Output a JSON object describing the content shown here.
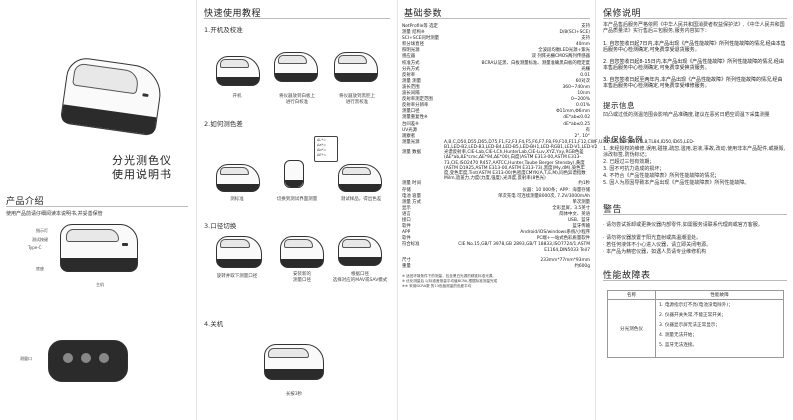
{
  "cover": {
    "title_line1": "分光测色仪",
    "title_line2": "使用说明书",
    "intro_heading": "产品介绍",
    "intro_subtitle": "使用产品前请仔细阅读本说明书,并妥善保管",
    "callouts": {
      "indicator": "指示灯",
      "measure_key": "测试按键",
      "typec": "Type-C",
      "base": "底座",
      "aperture": "测量口",
      "bottom_label": "主机"
    }
  },
  "quickstart": {
    "heading": "快速使用教程",
    "step1": {
      "title": "1.开机及校准",
      "captions": [
        "开机",
        "将仪器放到白板上\n进行白校准",
        "将仪器放到黑腔上\n进行黑校准"
      ]
    },
    "step2": {
      "title": "2.如何测色差",
      "screen_lines": [
        "ΔL*=",
        "Δa*=",
        "Δb*=",
        "ΔE*="
      ],
      "captions": [
        "测标准",
        "切换到测试界面测量",
        "测试样品，得出色差"
      ]
    },
    "step3": {
      "title": "3.口径切换",
      "captions": [
        "旋转并取下测量口径",
        "安装新的\n测量口径",
        "根据口径\n选择对应的MAV或SAV模式"
      ]
    },
    "step4": {
      "title": "4.关机",
      "captions": [
        "长按3秒"
      ]
    }
  },
  "specs": {
    "heading": "基础参数",
    "rows": [
      {
        "k": "NetProfile等 选定",
        "v": "支持"
      },
      {
        "k": "测量 结构※",
        "v": "D/8(SCI+SCE)"
      },
      {
        "k": "SCI+SCE同时测量",
        "v": "支持"
      },
      {
        "k": "积分球直径",
        "v": "40mm"
      },
      {
        "k": "照明光源",
        "v": "全波段均衡LED光源+紫光"
      },
      {
        "k": "感应器",
        "v": "双 列阵光栅CMOS两列传感器"
      },
      {
        "k": "校准方式",
        "v": "BCRA认证黑、白板测量标准、测量准确黑白板的稳定度"
      },
      {
        "k": "分光方式",
        "v": "光栅"
      },
      {
        "k": "反射率",
        "v": "0.01"
      },
      {
        "k": "测量 测量",
        "v": "60对次"
      },
      {
        "k": "波长范围",
        "v": "360~740nm"
      },
      {
        "k": "波长间隔",
        "v": "10nm"
      },
      {
        "k": "反射率测定范围",
        "v": "0~200%"
      },
      {
        "k": "反射率分辨率",
        "v": "0.01%"
      },
      {
        "k": "测量口径",
        "v": "Φ11mm,Φ6mm"
      },
      {
        "k": "测量重复性※",
        "v": "dE*ab≤0.02"
      },
      {
        "k": "台间差※",
        "v": "dE*ab≤0.25"
      },
      {
        "k": "UV光源",
        "v": "有"
      },
      {
        "k": "观察者",
        "v": "2°, 10°"
      }
    ],
    "wrap_rows": [
      {
        "k": "测量光源",
        "v": "A,B,C,D50,D55,D65,D75,F1,F2,F3,F4,F5,F6,F7,F8,F9,F10,F11,F12,CWF,U30,U35,DLF,NBF,TL8,TL84,ID50,ID65,LED-B1,LED-B2,LED-B3,LED-B4,LED-B5,LED-BH1,LED-RGB1,LED-V1,LED-V2"
      },
      {
        "k": "测量 数据",
        "v": "光谱反射率,CIE-Lab,CIE-LCh,HunterLab,CIE-Luv,XYZ,Yxy,RGB色差(ΔE*ab,ΔE*cmc,ΔE*94,ΔE*00),白度(ASTM E313-00,ASTM E313-73,CIE,ISO2470 R457,AATCC,Hunter,Taube Berger Stensby),黄度(ASTM D1925,ASTM E313-00,ASTM E313-73),黑度(My,dM),染色牢度,变色牢度,Tint(ASTM E313-00)色密度CMYK(A,T,E,M),同色异谱指数Milm,遮盖力,力度(力度,强度),光泽度,反射率(8色光)"
      }
    ],
    "rows2": [
      {
        "k": "测量 时间",
        "v": "约1秒"
      },
      {
        "k": "存储",
        "v": "仪器：10 000条；APP：海量存储"
      },
      {
        "k": "电池 容量",
        "v": "单次充电 可连续测量8000次, 7.2V/3000mAh"
      },
      {
        "k": "测量 方式",
        "v": "单次测量"
      },
      {
        "k": "显示",
        "v": "全彩显屏，3.5英寸"
      },
      {
        "k": "语言",
        "v": "简体中文、英语"
      },
      {
        "k": "接口",
        "v": "USB、蓝牙"
      },
      {
        "k": "软件",
        "v": "蓝牙传输"
      },
      {
        "k": "APP",
        "v": "Android/iOS/windows系统/小程序"
      },
      {
        "k": "软件",
        "v": "PC端+一站式色彩质量软件"
      },
      {
        "k": "符合标准",
        "v": "CIE No.15,GB/T 3978,GB 2893,GB/T 18833,ISO7724/1,ASTM E1164,DIN5033 Teil7"
      }
    ],
    "rows3": [
      {
        "k": "尺寸",
        "v": "233mm*77mm*93mm"
      },
      {
        "k": "重量",
        "v": "约600g"
      }
    ],
    "notes": [
      "※ 适宜环境条件下的测量，包含黑白光源的精准标准光源。",
      "※ 优化测量后 以标准差测量平均值BCRA,根据标准测量完成",
      "※※ 采用BCRA数 的13色板测量的色差平均"
    ]
  },
  "right": {
    "warranty_heading": "保修说明",
    "warranty_text": "本产品售后服务严格依照《中华人民共和国消费者权益保护法》,《中华人民共和国产品质量法》实行售后三包服务,服务内容如下：",
    "warranty_items": [
      "1. 自您签收日起7日内,本产品出现《产品性能故障》所列性能故障的情况,经由本售后服务中心检测确定,可免费享受退货服务。",
      "2. 自您签收日起8-15日内,本产品出现《产品性能故障》所列性能故障的情况,经由本售后服务中心检测确定,可免费享受换货服务。",
      "3. 自您签收日起至两年内,本产品出现《产品性能故障》所列性能故障的情况,经由本售后服务中心检测确定,可免费享受维修服务。"
    ],
    "reminder_heading": "提示信息",
    "reminder_text": "凹凸或过低的测温范围会影响产品准确度,建议在恶劣日晒空调温下采集测量",
    "non_warranty_heading": "非保修条例",
    "non_warranty_items": [
      "1. 未经授权的维修,误用,碰撞,疏忽,滥用,进液,事故,改动,使用非本产品配件,或撕毁,涂改标签,防伪标记；",
      "2. 已超过三包有效期；",
      "3. 因不可抗力造成的损坏；",
      "4. 不符合《产品性能故障表》所列性能故障的情况；",
      "5. 因人为原因导致本产品出现《产品性能故障表》所列性能故障。"
    ],
    "warning_heading": "警告",
    "warning_items": [
      "· 请勿尝试拆卸或更换仪器内部零件,如需服务请联系代理商或官方客服。",
      "· 请勿将仪器放置于阳光直射或高温潮湿处。",
      "· 若任何液体不小心进入仪器，请立即关闭电源。",
      "· 本产品为精密仪器，如遇人员请专业维修机构"
    ],
    "fault_heading": "性能故障表",
    "fault_table": {
      "col1": "名称",
      "col2": "性能故障",
      "name": "分光测色仪",
      "items": [
        "1. 电源指示灯不亮(电池没电除外)；",
        "2. 仪器开关失常,不能正常开关；",
        "3. 仪器显示屏无法正常显示；",
        "4. 测量无法开始；",
        "5. 蓝牙无法连接。"
      ]
    }
  }
}
